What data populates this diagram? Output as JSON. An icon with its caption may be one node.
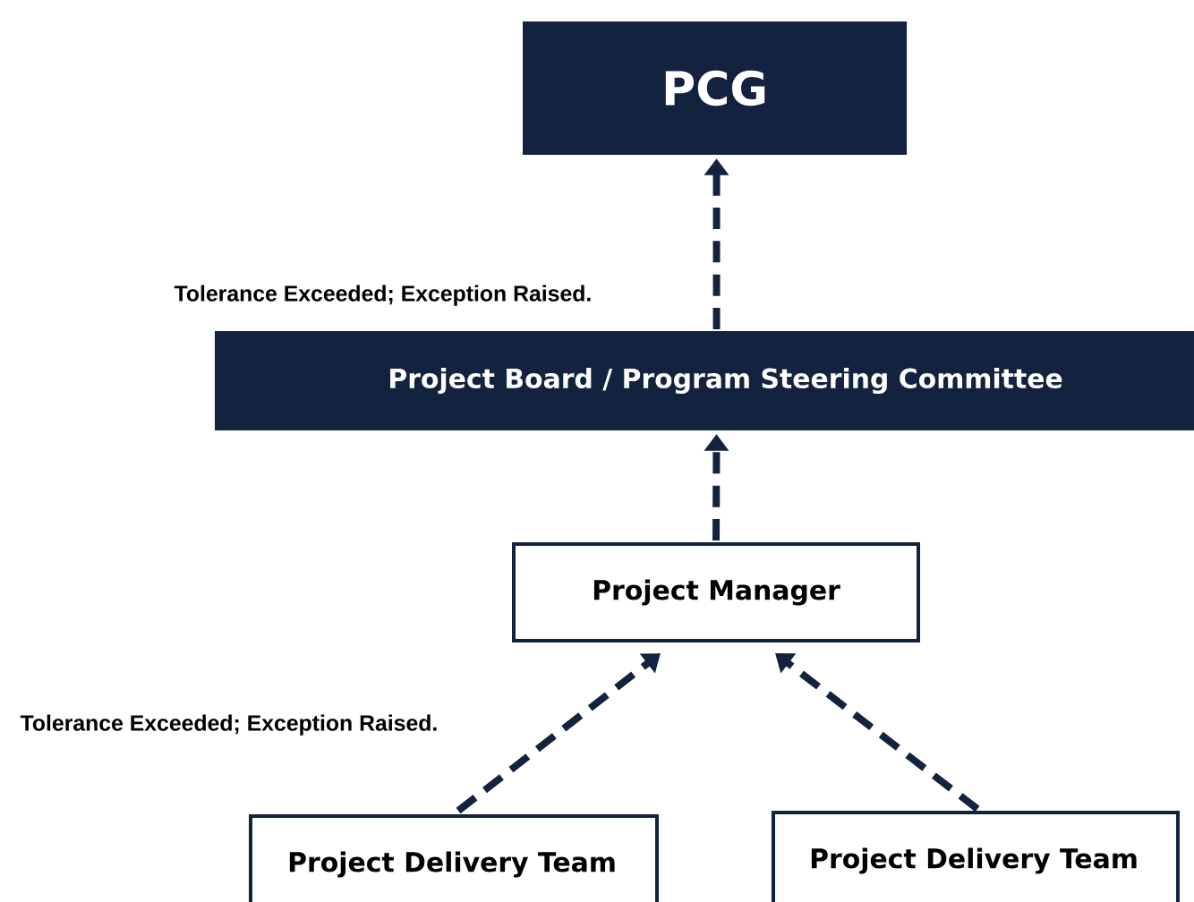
{
  "diagram": {
    "nodes": [
      {
        "text": [
          "PCG"
        ]
      },
      {
        "text": [
          "Project Board / Program Steering Committee"
        ]
      },
      {
        "text": [
          "Project Manager"
        ]
      },
      {
        "text": [
          "Project Delivery Team"
        ]
      },
      {
        "text": [
          "Project Delivery Team"
        ]
      }
    ],
    "edges": [
      {
        "from": 1,
        "to": 0,
        "arrow": "to"
      },
      {
        "from": 2,
        "to": 1,
        "arrow": "to"
      },
      {
        "from": 3,
        "to": 2,
        "arrow": "to"
      },
      {
        "from": 4,
        "to": 2,
        "arrow": "to"
      }
    ],
    "labels": [
      "Tolerance Exceeded; Exception Raised.",
      "Tolerance Exceeded; Exception Raised."
    ]
  }
}
